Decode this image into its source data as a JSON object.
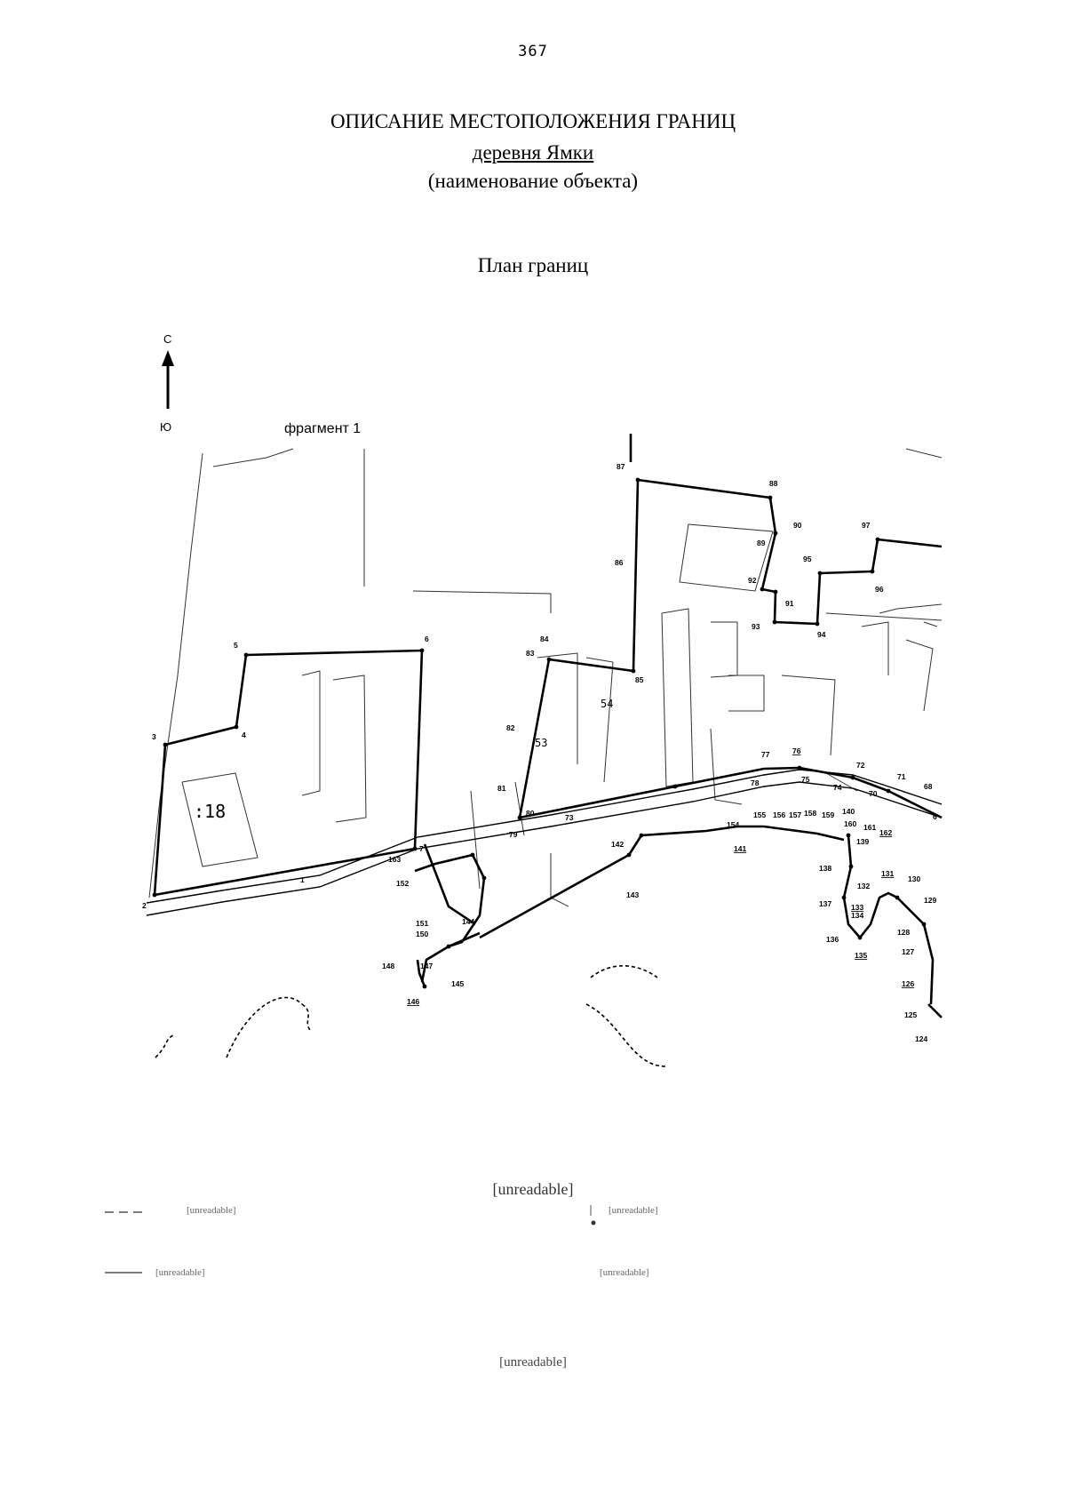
{
  "page_number": "367",
  "title": "ОПИСАНИЕ МЕСТОПОЛОЖЕНИЯ ГРАНИЦ",
  "object_name": "деревня Ямки",
  "object_caption": "(наименование объекта)",
  "plan_title": "План границ",
  "north_arrow": {
    "top_label": "С",
    "bottom_label": "Ю"
  },
  "fragment_label": "фрагмент 1",
  "parcel_label": ":18",
  "parcel_label_2": "53",
  "parcel_label_3": "54",
  "point_labels": [
    {
      "text": "1"
    },
    {
      "text": "2"
    },
    {
      "text": "3"
    },
    {
      "text": "4"
    },
    {
      "text": "5"
    },
    {
      "text": "6"
    },
    {
      "text": "7"
    },
    {
      "text": "163"
    },
    {
      "text": "152"
    },
    {
      "text": "151"
    },
    {
      "text": "150"
    },
    {
      "text": "148"
    },
    {
      "text": "147"
    },
    {
      "text": "146"
    },
    {
      "text": "145"
    },
    {
      "text": "144"
    },
    {
      "text": "143"
    },
    {
      "text": "142"
    },
    {
      "text": "141"
    },
    {
      "text": "79"
    },
    {
      "text": "80"
    },
    {
      "text": "81"
    },
    {
      "text": "82"
    },
    {
      "text": "83"
    },
    {
      "text": "84"
    },
    {
      "text": "85"
    },
    {
      "text": "86"
    },
    {
      "text": "87"
    },
    {
      "text": "88"
    },
    {
      "text": "89"
    },
    {
      "text": "90"
    },
    {
      "text": "91"
    },
    {
      "text": "92"
    },
    {
      "text": "93"
    },
    {
      "text": "94"
    },
    {
      "text": "95"
    },
    {
      "text": "96"
    },
    {
      "text": "97"
    },
    {
      "text": "77"
    },
    {
      "text": "76"
    },
    {
      "text": "78"
    },
    {
      "text": "75"
    },
    {
      "text": "74"
    },
    {
      "text": "73"
    },
    {
      "text": "72"
    },
    {
      "text": "71"
    },
    {
      "text": "70"
    },
    {
      "text": "68"
    },
    {
      "text": "6"
    },
    {
      "text": "155"
    },
    {
      "text": "156"
    },
    {
      "text": "157"
    },
    {
      "text": "158"
    },
    {
      "text": "159"
    },
    {
      "text": "154"
    },
    {
      "text": "140"
    },
    {
      "text": "160"
    },
    {
      "text": "161"
    },
    {
      "text": "162"
    },
    {
      "text": "139"
    },
    {
      "text": "138"
    },
    {
      "text": "137"
    },
    {
      "text": "136"
    },
    {
      "text": "135"
    },
    {
      "text": "134"
    },
    {
      "text": "133"
    },
    {
      "text": "132"
    },
    {
      "text": "131"
    },
    {
      "text": "130"
    },
    {
      "text": "129"
    },
    {
      "text": "128"
    },
    {
      "text": "127"
    },
    {
      "text": "126"
    },
    {
      "text": "125"
    },
    {
      "text": "124"
    }
  ],
  "legend": {
    "title": "[unreadable]",
    "items": [
      {
        "symbol": "dashed-line",
        "text": "[unreadable]"
      },
      {
        "symbol": "dot-marker",
        "text": "[unreadable]"
      },
      {
        "symbol": "solid-line",
        "text": "[unreadable]"
      },
      {
        "symbol": "thin-outline",
        "text": "[unreadable]"
      }
    ]
  },
  "scale": "[unreadable]"
}
